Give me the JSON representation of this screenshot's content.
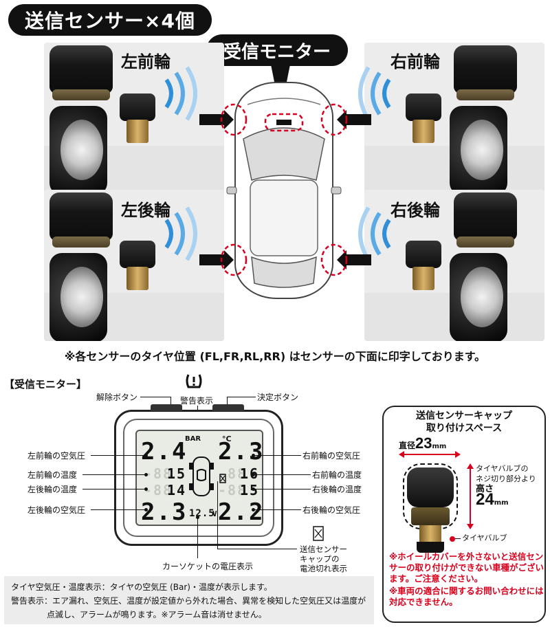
{
  "banner": "送信センサー×4個",
  "monitor_label": "受信モニター",
  "wheels": {
    "fl": "左前輪",
    "fr": "右前輪",
    "rl": "左後輪",
    "rr": "右後輪"
  },
  "position_note": "※各センサーのタイヤ位置 (FL,FR,RL,RR) はセンサーの下面に印字しております。",
  "monitor_section": {
    "title": "【受信モニター】",
    "annotations": {
      "release_button": "解除ボタン",
      "warning_display": "警告表示",
      "confirm_button": "決定ボタン",
      "fl_pressure": "左前輪の空気圧",
      "fl_temp": "左前輪の温度",
      "rl_temp": "左後輪の温度",
      "rl_pressure": "左後輪の空気圧",
      "fr_pressure": "右前輪の空気圧",
      "fr_temp": "右前輪の温度",
      "rr_temp": "右後輪の温度",
      "rr_pressure": "右後輪の空気圧",
      "voltage": "カーソケットの電圧表示",
      "battery_line1": "送信センサー",
      "battery_line2": "キャップの",
      "battery_line3": "電池切れ表示"
    },
    "lcd": {
      "unit_pressure": "BAR",
      "unit_temp": "°C",
      "fl_pressure": "2.4",
      "fr_pressure": "2.3",
      "fl_temp": "15",
      "fr_temp": "16",
      "rl_temp": "14",
      "rr_temp": "15",
      "rl_pressure": "2.3",
      "rr_pressure": "2.2",
      "voltage": "12.5",
      "voltage_unit": "V",
      "ghost_pressure": "88",
      "ghost_temp": "-88"
    }
  },
  "info": {
    "line1": "タイヤ空気圧・温度表示：タイヤの空気圧 (Bar)・温度が表示します。",
    "line2": "警告表示：エア漏れ、空気圧、温度が設定値から外れた場合、異常を検知した空気圧又は温度が",
    "line3": "点滅し、アラームが鳴ります。※アラーム音は消せません。"
  },
  "space": {
    "title1": "送信センサーキャップ",
    "title2": "取り付けスペース",
    "diameter_label": "直径",
    "diameter_value": "23",
    "diameter_unit": "mm",
    "height_label1": "タイヤバルブの",
    "height_label2": "ネジ切り部分より",
    "height_label3": "高さ",
    "height_value": "24",
    "height_unit": "mm",
    "valve_label": "タイヤバルブ",
    "note1": "※ホイールカバーを外さないと送信センサーの取り付けができない車種がございます。ご注意ください。",
    "note2": "※車両の適合に関するお問い合わせには対応できません。"
  },
  "colors": {
    "accent_red": "#d8001c",
    "wave_blue": "#2f8fd9"
  }
}
